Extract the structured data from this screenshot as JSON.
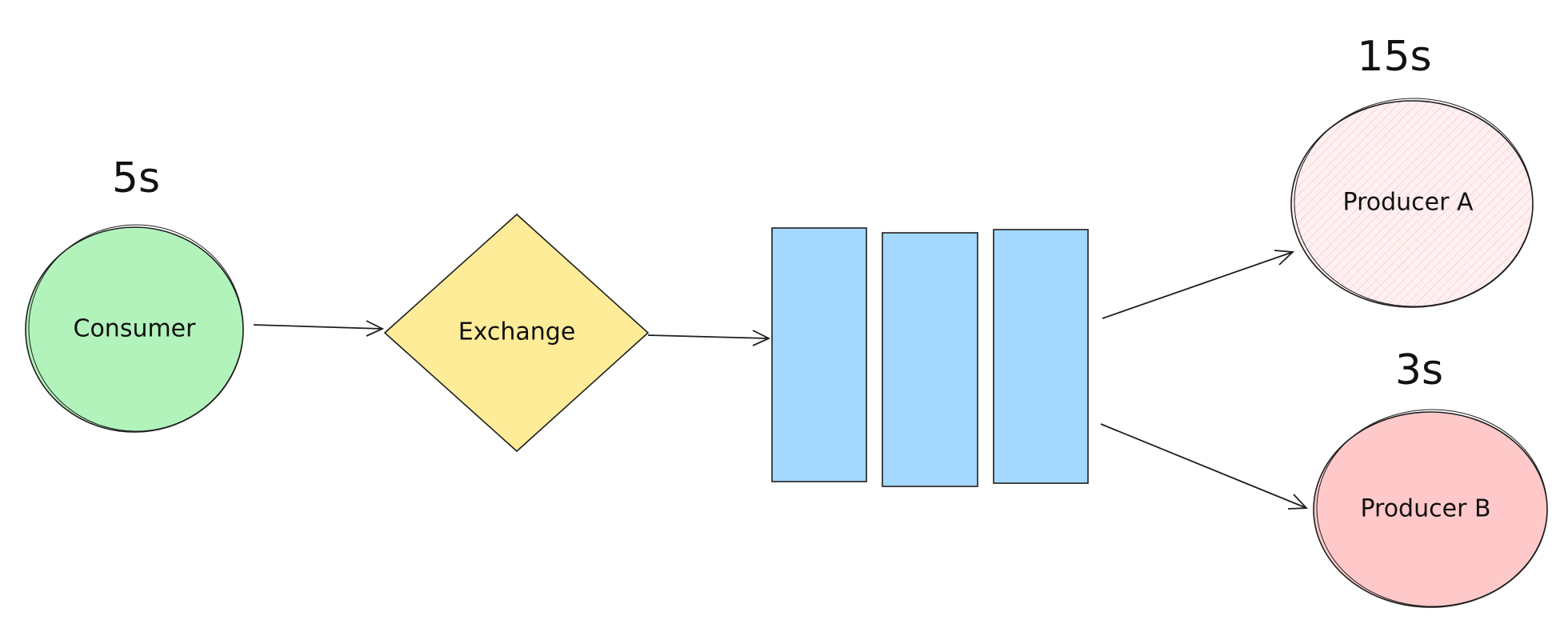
{
  "nodes": {
    "consumer": {
      "label": "Consumer",
      "time": "5s",
      "color": "#b2f2bb"
    },
    "exchange": {
      "label": "Exchange",
      "color": "#ffec99"
    },
    "queue": {
      "color": "#a5d8ff",
      "slots": 3
    },
    "producer_a": {
      "label": "Producer A",
      "time": "15s",
      "color": "#ffe3e3"
    },
    "producer_b": {
      "label": "Producer B",
      "time": "3s",
      "color": "#ffc9c9"
    }
  },
  "edges": [
    {
      "from": "consumer",
      "to": "exchange"
    },
    {
      "from": "exchange",
      "to": "queue"
    },
    {
      "from": "queue",
      "to": "producer_a"
    },
    {
      "from": "queue",
      "to": "producer_b"
    }
  ]
}
